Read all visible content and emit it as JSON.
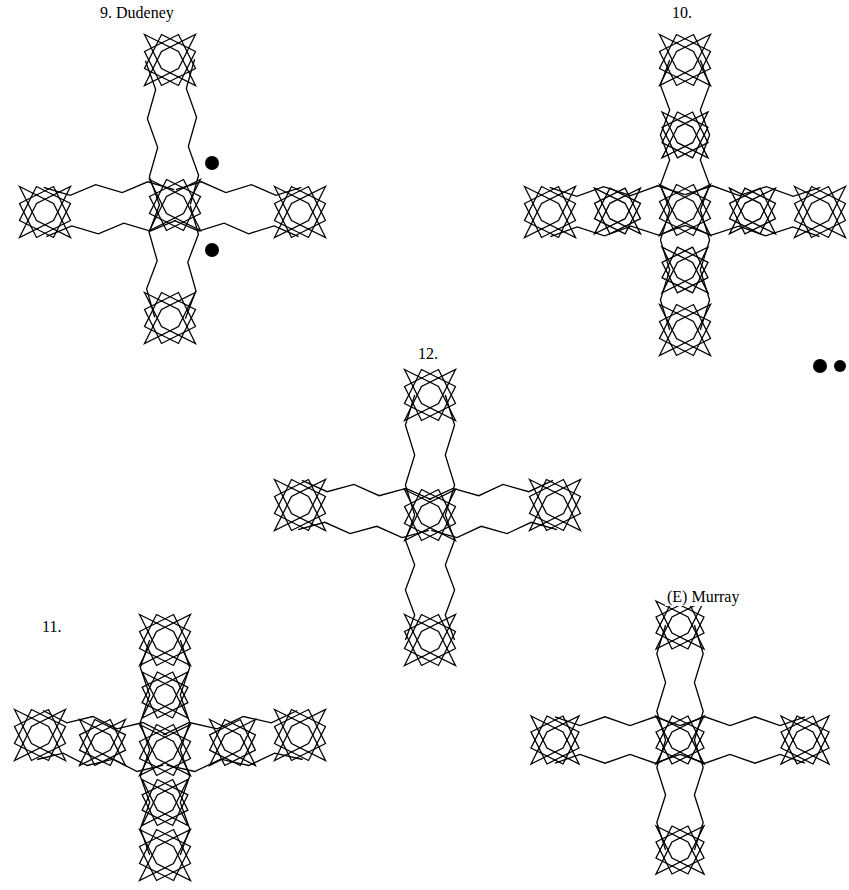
{
  "diagram": {
    "labels": [
      "9. Dudeney",
      "10.",
      "12.",
      "11.",
      "(E) Murray"
    ]
  }
}
